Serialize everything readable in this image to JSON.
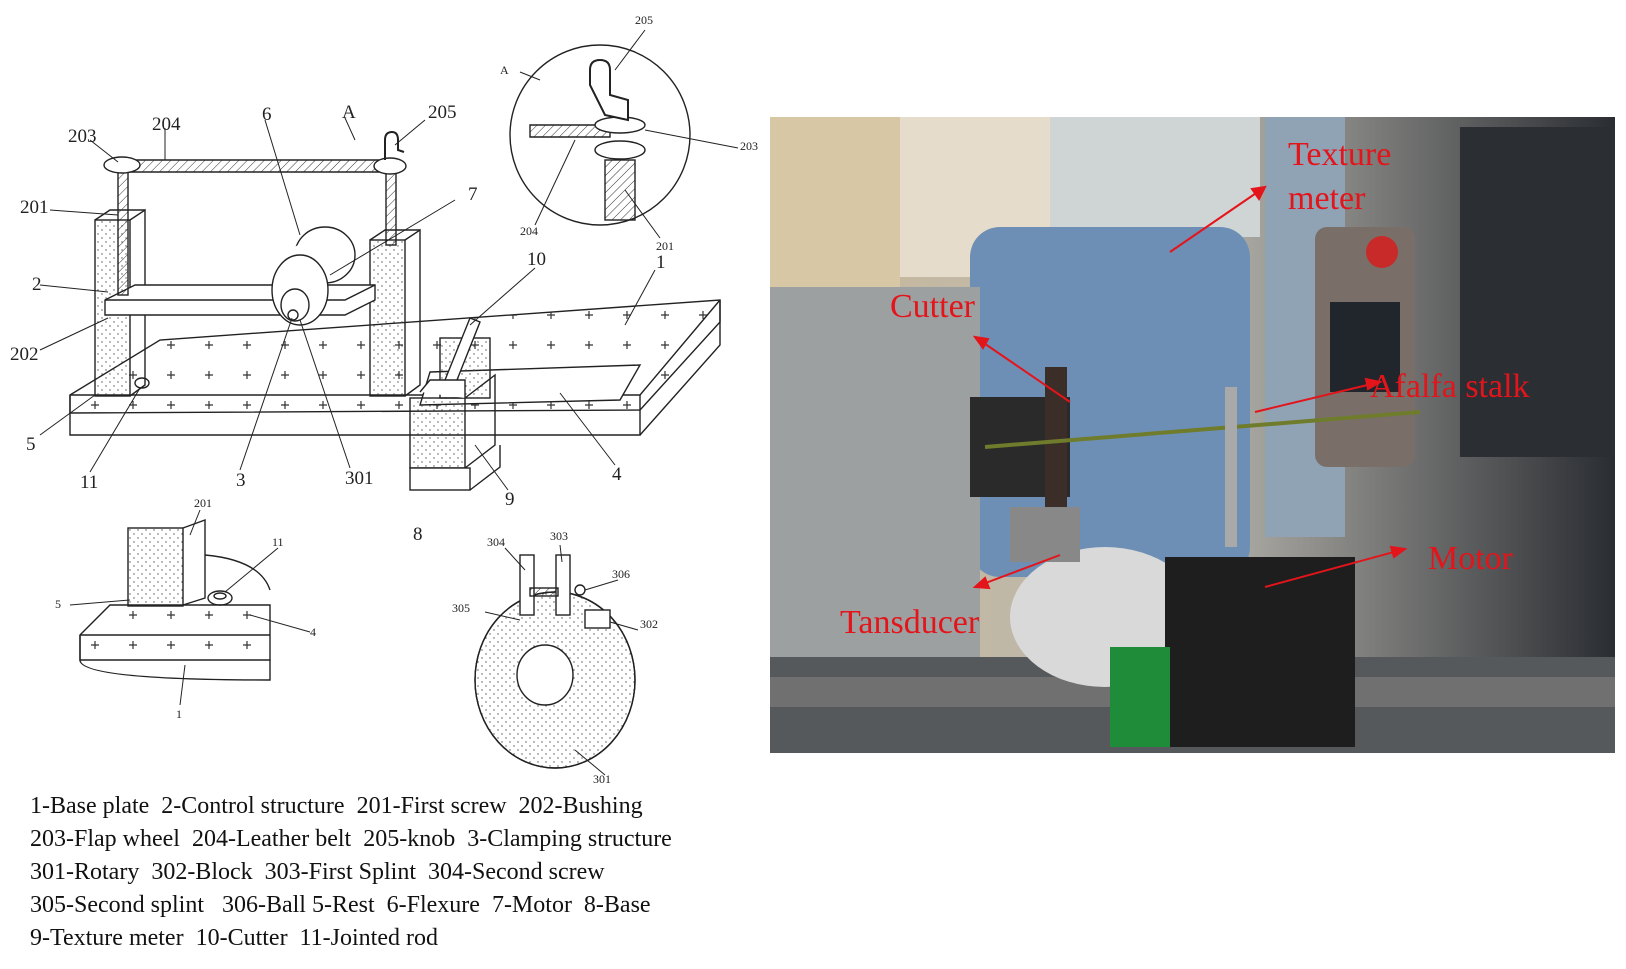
{
  "drawing": {
    "labels": {
      "l203": "203",
      "l204": "204",
      "l6": "6",
      "lA": "A",
      "l205": "205",
      "l7": "7",
      "l201": "201",
      "l2": "2",
      "l202": "202",
      "l5": "5",
      "l11": "11",
      "l3": "3",
      "l301": "301",
      "l10": "10",
      "l1": "1",
      "l4": "4",
      "l9": "9",
      "l8": "8"
    },
    "detailA": {
      "lA": "A",
      "l205": "205",
      "l203": "203",
      "l204": "204",
      "l201": "201"
    },
    "detailBase": {
      "l201": "201",
      "l11": "11",
      "l5": "5",
      "l4": "4",
      "l1": "1"
    },
    "detailClamp": {
      "l304": "304",
      "l303": "303",
      "l306": "306",
      "l305": "305",
      "l302": "302",
      "l301": "301"
    }
  },
  "photo": {
    "labels": {
      "texture1": "Texture",
      "texture2": "meter",
      "cutter": "Cutter",
      "stalk": "Afalfa stalk",
      "motor": "Motor",
      "transducer": "Tansducer"
    },
    "label_color": "#e4141b"
  },
  "legend": [
    "1-Base plate  2-Control structure  201-First screw  202-Bushing",
    "203-Flap wheel  204-Leather belt  205-knob  3-Clamping structure",
    "301-Rotary  302-Block  303-First Splint  304-Second screw",
    "305-Second splint   306-Ball 5-Rest  6-Flexure  7-Motor  8-Base",
    "9-Texture meter  10-Cutter  11-Jointed rod"
  ]
}
